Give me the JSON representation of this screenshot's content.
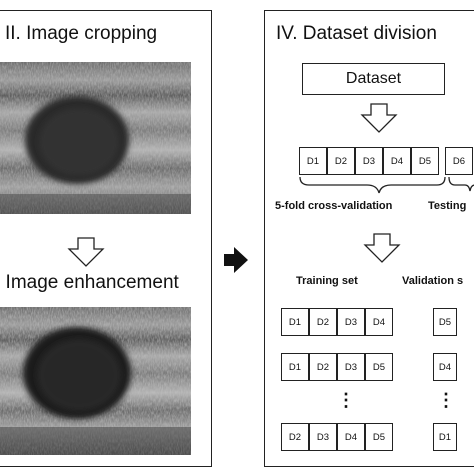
{
  "left_panel": {
    "crop_heading": "II. Image cropping",
    "enhance_heading": ". Image enhancement"
  },
  "right_panel": {
    "heading": "IV. Dataset division",
    "dataset_label": "Dataset",
    "folds": [
      "D1",
      "D2",
      "D3",
      "D4",
      "D5",
      "D6"
    ],
    "cv_label": "5-fold cross-validation",
    "testing_label": "Testing",
    "training_label": "Training set",
    "validation_label": "Validation s",
    "rows": [
      {
        "train": [
          "D1",
          "D2",
          "D3",
          "D4"
        ],
        "val": "D5"
      },
      {
        "train": [
          "D1",
          "D2",
          "D3",
          "D5"
        ],
        "val": "D4"
      },
      {
        "train": [
          "D2",
          "D3",
          "D4",
          "D5"
        ],
        "val": "D1"
      }
    ],
    "ellipsis": "⋮"
  }
}
